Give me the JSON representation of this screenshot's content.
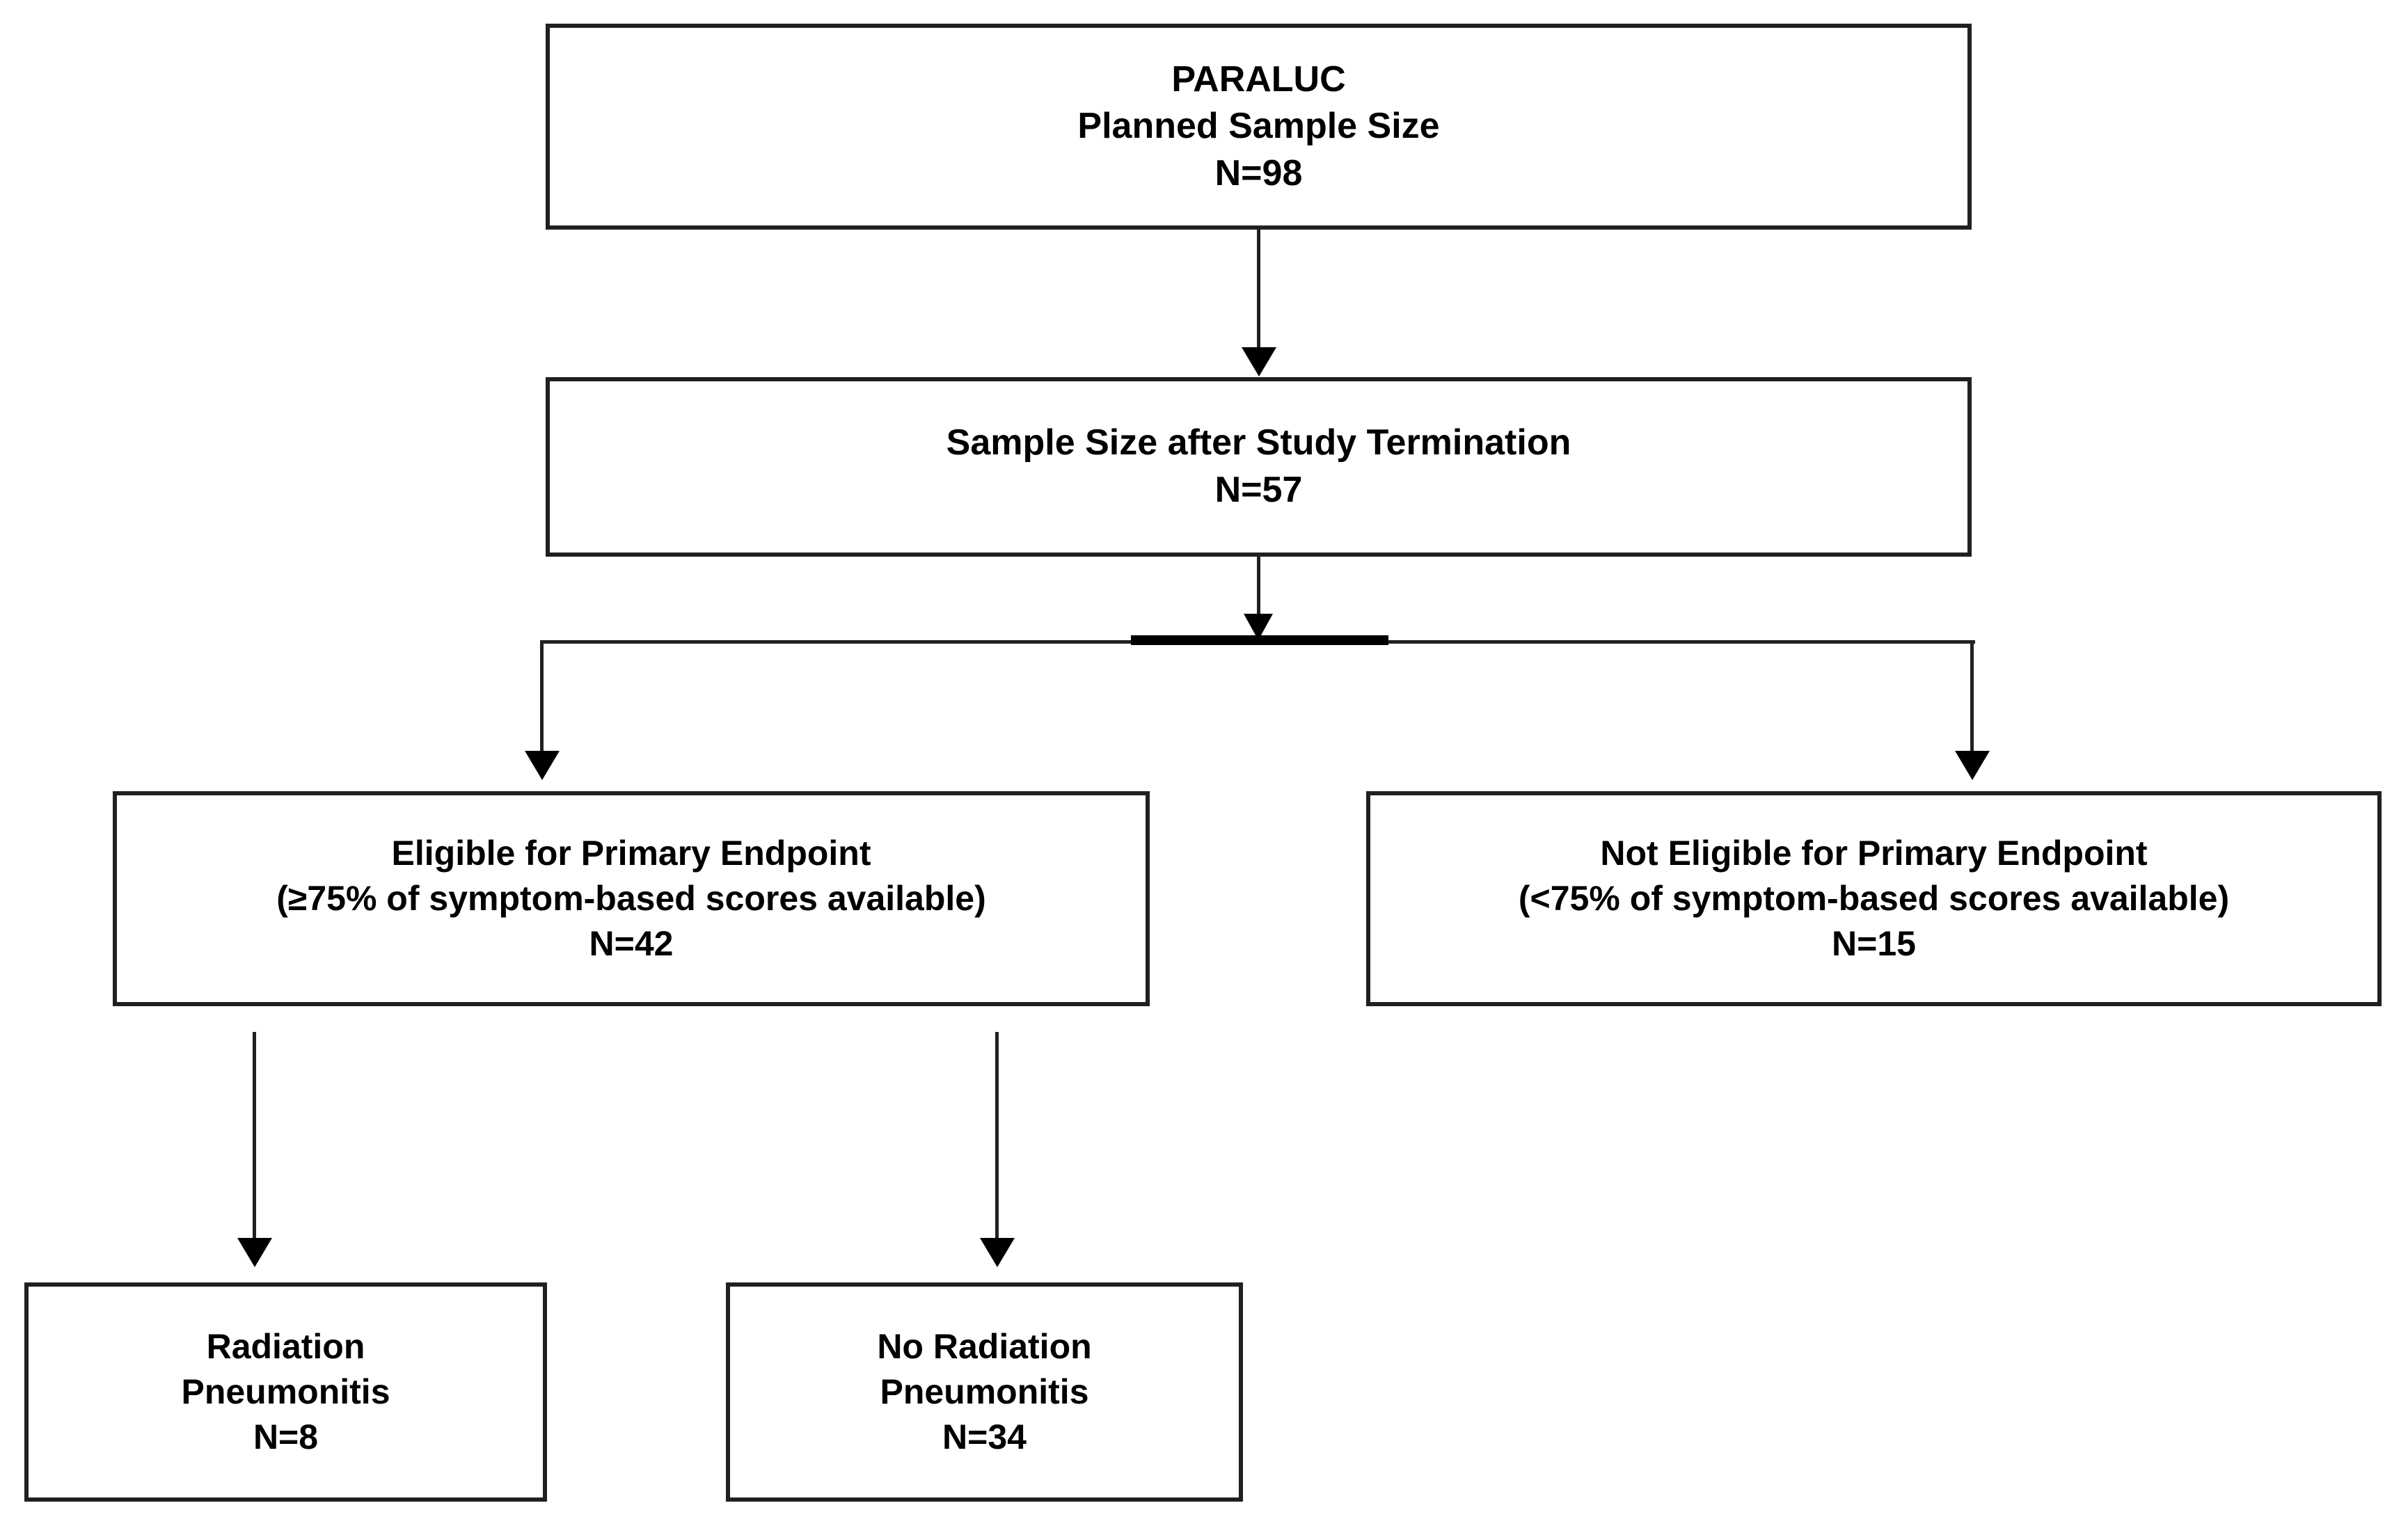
{
  "diagram": {
    "title": "PARALUC study CONSORT-style participant flow",
    "background_color": "#ffffff",
    "line_color": "#231f20",
    "text_color": "#000000"
  },
  "nodes": {
    "planned": {
      "name": "planned-sample-size",
      "lines": [
        "PARALUC",
        "Planned Sample Size",
        "N=98"
      ],
      "n_label": "N=98",
      "n_value": 98
    },
    "after_termination": {
      "name": "sample-size-after-termination",
      "lines": [
        "Sample Size after Study Termination",
        "N=57"
      ],
      "n_label": "N=57",
      "n_value": 57
    },
    "eligible": {
      "name": "eligible-primary-endpoint",
      "lines": [
        "Eligible for Primary Endpoint",
        "(≥75%  of symptom-based  scores  available)",
        "N=42"
      ],
      "n_label": "N=42",
      "n_value": 42
    },
    "not_eligible": {
      "name": "not-eligible-primary-endpoint",
      "lines": [
        "Not Eligible for Primary Endpoint",
        "(<75%  of symptom-based  scores  available)",
        "N=15"
      ],
      "n_label": "N=15",
      "n_value": 15
    },
    "radiation_pneumonitis": {
      "name": "radiation-pneumonitis",
      "lines": [
        "Radiation",
        "Pneumonitis",
        "N=8"
      ],
      "n_label": "N=8",
      "n_value": 8
    },
    "no_radiation_pneumonitis": {
      "name": "no-radiation-pneumonitis",
      "lines": [
        "No Radiation",
        "Pneumonitis",
        "N=34"
      ],
      "n_label": "N=34",
      "n_value": 34
    }
  },
  "chart_data": {
    "type": "diagram",
    "title": "PARALUC Planned Sample Size flow",
    "flow": [
      {
        "from": "PARALUC Planned Sample Size",
        "to": "Sample Size after Study Termination",
        "n_from": 98,
        "n_to": 57
      },
      {
        "from": "Sample Size after Study Termination",
        "to": "Eligible for Primary Endpoint",
        "n_from": 57,
        "n_to": 42
      },
      {
        "from": "Sample Size after Study Termination",
        "to": "Not Eligible for Primary Endpoint",
        "n_from": 57,
        "n_to": 15
      },
      {
        "from": "Eligible for Primary Endpoint",
        "to": "Radiation Pneumonitis",
        "n_from": 42,
        "n_to": 8
      },
      {
        "from": "Eligible for Primary Endpoint",
        "to": "No Radiation Pneumonitis",
        "n_from": 42,
        "n_to": 34
      }
    ],
    "counts": {
      "planned": 98,
      "after_termination": 57,
      "eligible": 42,
      "not_eligible": 15,
      "radiation_pneumonitis": 8,
      "no_radiation_pneumonitis": 34
    },
    "eligibility_rule": "≥75% of symptom-based scores available"
  }
}
